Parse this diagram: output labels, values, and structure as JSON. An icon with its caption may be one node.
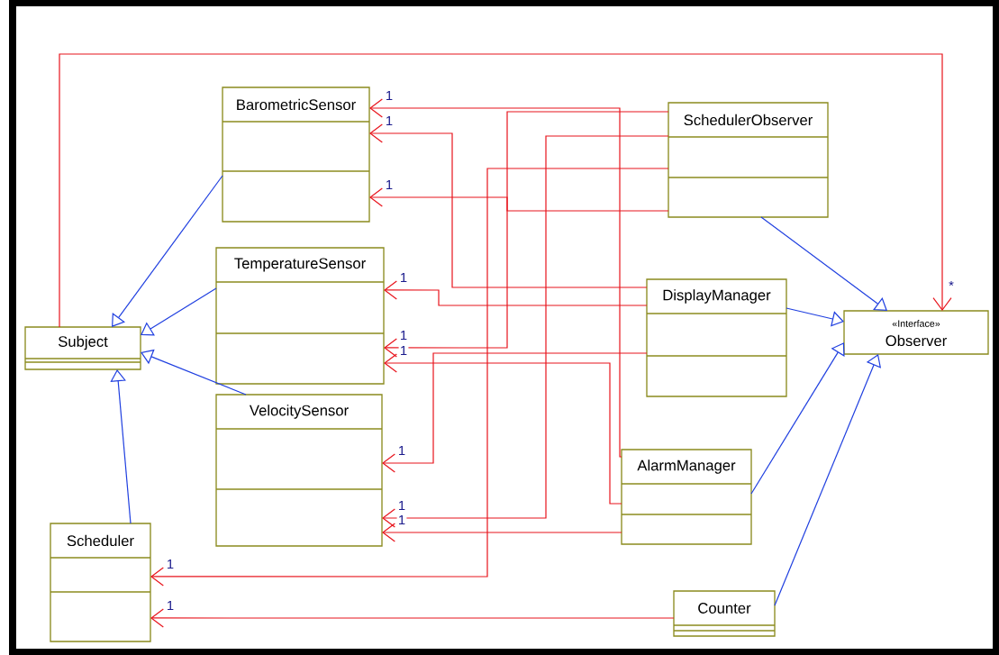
{
  "diagram": {
    "nodes": [
      {
        "text": [
          "BarometricSensor"
        ]
      },
      {
        "text": [
          "SchedulerObserver"
        ]
      },
      {
        "text": [
          "TemperatureSensor"
        ]
      },
      {
        "text": [
          "DisplayManager"
        ]
      },
      {
        "text": [
          "Subject"
        ]
      },
      {
        "text": [
          "«Interface»",
          "Observer"
        ]
      },
      {
        "text": [
          "VelocitySensor"
        ]
      },
      {
        "text": [
          "AlarmManager"
        ]
      },
      {
        "text": [
          "Scheduler"
        ]
      },
      {
        "text": [
          "Counter"
        ]
      }
    ],
    "edges": [
      {
        "from": 7,
        "to": 0,
        "arrow": "to",
        "label": "1"
      },
      {
        "from": 1,
        "to": 0,
        "arrow": "to",
        "label": "1"
      },
      {
        "from": 1,
        "to": 2,
        "arrow": "to",
        "label": "1"
      },
      {
        "from": 1,
        "to": 6,
        "arrow": "to",
        "label": "1"
      },
      {
        "from": 1,
        "to": 8,
        "arrow": "to",
        "label": "1"
      },
      {
        "from": 3,
        "to": 0,
        "arrow": "to",
        "label": "1"
      },
      {
        "from": 3,
        "to": 2,
        "arrow": "to",
        "label": "1"
      },
      {
        "from": 3,
        "to": 6,
        "arrow": "to",
        "label": "1"
      },
      {
        "from": 7,
        "to": 2,
        "arrow": "to",
        "label": "1"
      },
      {
        "from": 7,
        "to": 6,
        "arrow": "to",
        "label": "1"
      },
      {
        "from": 9,
        "to": 8,
        "arrow": "to",
        "label": "1"
      },
      {
        "from": 4,
        "to": 5,
        "arrow": "to",
        "label": "*"
      },
      {
        "from": 0,
        "to": 4,
        "arrow": "to",
        "color": "#1f3fe0"
      },
      {
        "from": 2,
        "to": 4,
        "arrow": "to",
        "color": "#1f3fe0"
      },
      {
        "from": 6,
        "to": 4,
        "arrow": "to",
        "color": "#1f3fe0"
      },
      {
        "from": 8,
        "to": 4,
        "arrow": "to",
        "color": "#1f3fe0"
      },
      {
        "from": 1,
        "to": 5,
        "arrow": "to",
        "color": "#1f3fe0"
      },
      {
        "from": 3,
        "to": 5,
        "arrow": "to",
        "color": "#1f3fe0"
      },
      {
        "from": 7,
        "to": 5,
        "arrow": "to",
        "color": "#1f3fe0"
      },
      {
        "from": 9,
        "to": 5,
        "arrow": "to",
        "color": "#1f3fe0"
      }
    ]
  }
}
